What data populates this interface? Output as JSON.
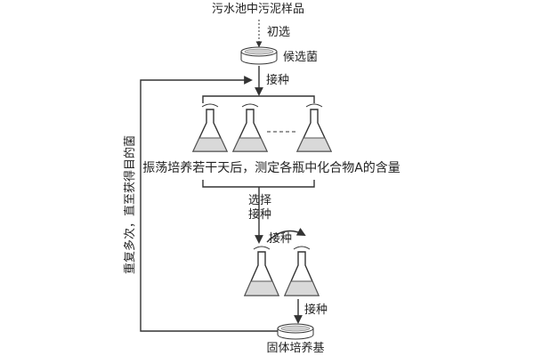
{
  "labels": {
    "sample": "污水池中污泥样品",
    "screen": "初选",
    "candidate": "候选菌",
    "inoculate1": "接种",
    "shake": "振荡培养若干天后，测定各瓶中化合物A的含量",
    "select_line1": "选择",
    "select_line2": "接种",
    "inoculate2": "接种",
    "inoculate3": "接种",
    "solid_medium": "固体培养基",
    "repeat": "重复多次，直至获得目的菌"
  }
}
